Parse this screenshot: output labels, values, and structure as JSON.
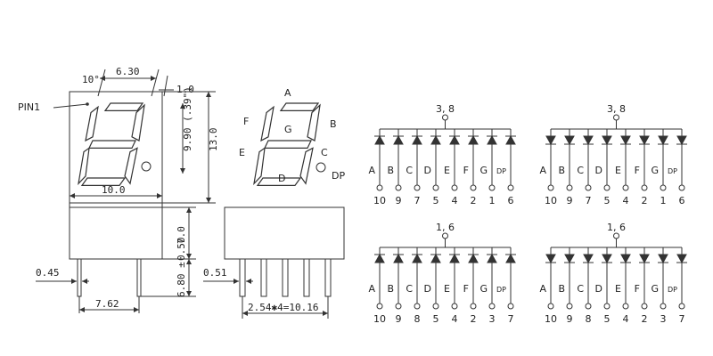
{
  "front_view": {
    "pin1_label": "PIN1",
    "tilt_angle": "10°",
    "digit_width": "6.30",
    "dp_offset": "1.0",
    "digit_height": "9.90 (.39\")",
    "body_height": "13.0",
    "body_width": "10.0"
  },
  "segment_view": {
    "labels": [
      "A",
      "B",
      "C",
      "D",
      "E",
      "F",
      "G",
      "DP"
    ]
  },
  "side_view": {
    "body_thickness": "7.0",
    "standoff": "0.50",
    "pin_length": "6.80 ±",
    "pin_width": "0.45",
    "row_spacing": "7.62"
  },
  "end_view": {
    "pin_width": "0.51",
    "pitch": "2.54✱4=10.16"
  },
  "circuits": [
    {
      "name": "common-anode-38",
      "common": "3, 8",
      "type": "anode",
      "segments": [
        "A",
        "B",
        "C",
        "D",
        "E",
        "F",
        "G",
        "DP"
      ],
      "pins": [
        "10",
        "9",
        "7",
        "5",
        "4",
        "2",
        "1",
        "6"
      ]
    },
    {
      "name": "common-cathode-38",
      "common": "3, 8",
      "type": "cathode",
      "segments": [
        "A",
        "B",
        "C",
        "D",
        "E",
        "F",
        "G",
        "DP"
      ],
      "pins": [
        "10",
        "9",
        "7",
        "5",
        "4",
        "2",
        "1",
        "6"
      ]
    },
    {
      "name": "common-anode-16",
      "common": "1, 6",
      "type": "anode",
      "segments": [
        "A",
        "B",
        "C",
        "D",
        "E",
        "F",
        "G",
        "DP"
      ],
      "pins": [
        "10",
        "9",
        "8",
        "5",
        "4",
        "2",
        "3",
        "7"
      ]
    },
    {
      "name": "common-cathode-16",
      "common": "1, 6",
      "type": "cathode",
      "segments": [
        "A",
        "B",
        "C",
        "D",
        "E",
        "F",
        "G",
        "DP"
      ],
      "pins": [
        "10",
        "9",
        "8",
        "5",
        "4",
        "2",
        "3",
        "7"
      ]
    }
  ]
}
